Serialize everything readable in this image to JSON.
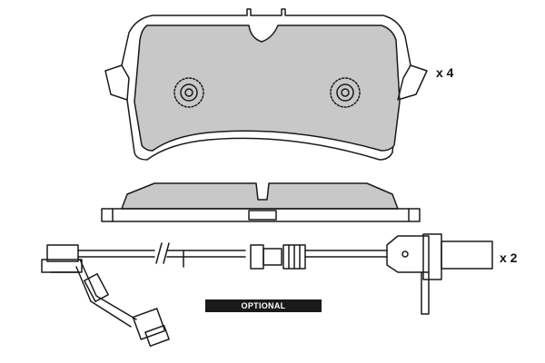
{
  "labels": {
    "pad_quantity": "x 4",
    "sensor_quantity": "x 2",
    "optional": "OPTIONAL"
  },
  "colors": {
    "pad_fill": "#c8c8c8",
    "outline": "#1a1a1a",
    "background": "#ffffff",
    "tag_background": "#1a1a1a",
    "tag_text": "#ffffff"
  }
}
